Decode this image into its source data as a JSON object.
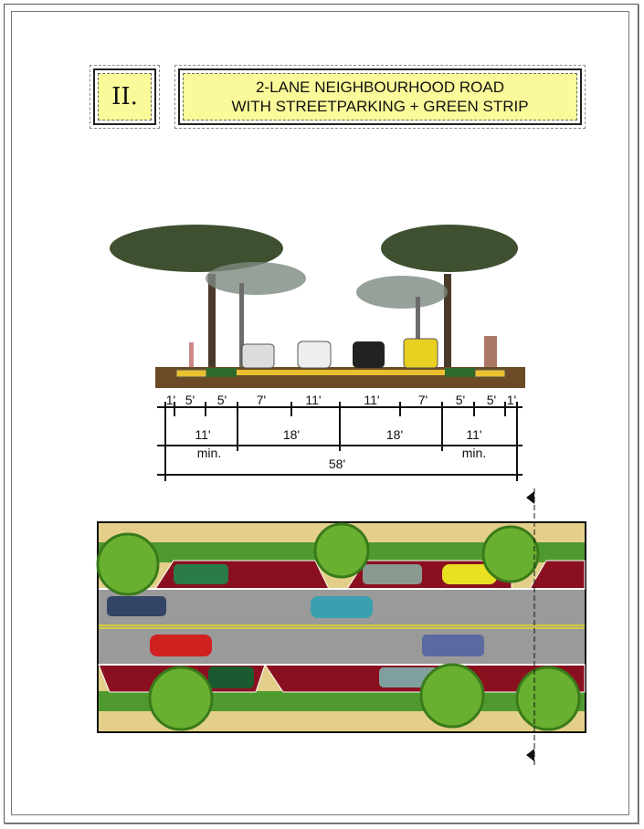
{
  "numeral": "II.",
  "title": {
    "line1": "2-LANE NEIGHBOURHOOD ROAD",
    "line2": "WITH STREETPARKING + GREEN STRIP"
  },
  "dimensions": {
    "row1": [
      "1'",
      "5'",
      "5'",
      "7'",
      "11'",
      "11'",
      "7'",
      "5'",
      "5'",
      "1'"
    ],
    "row2": [
      "11'",
      "18'",
      "18'",
      "11'"
    ],
    "row2_notes": [
      "min.",
      "min."
    ],
    "total": "58'"
  },
  "colors": {
    "title_fill": "#fafa9a",
    "parking": "#8a1020",
    "road": "#9a9a9a",
    "grass": "#3f8f2a",
    "sidewalk": "#e3cf8a",
    "centerline": "#e8e020"
  }
}
